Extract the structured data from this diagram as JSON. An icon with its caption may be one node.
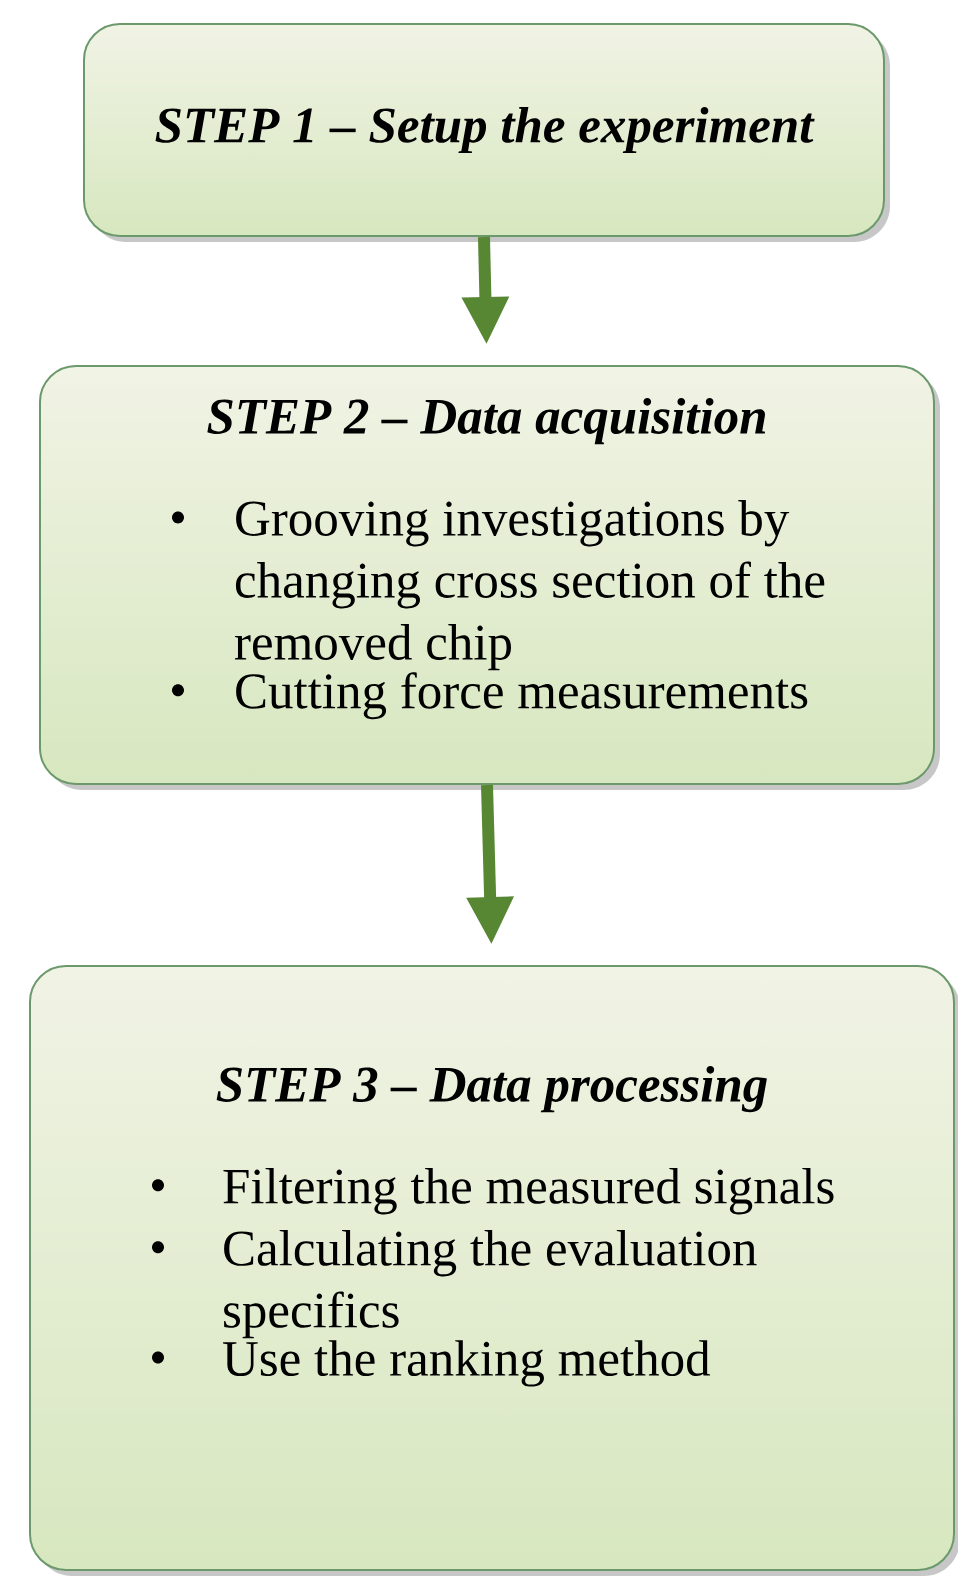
{
  "diagram": {
    "nodes": [
      {
        "text": [
          "STEP 1 – Setup the experiment"
        ]
      },
      {
        "text": [
          "STEP 2 – Data acquisition",
          "Grooving investigations by changing cross section of the removed chip",
          "Cutting force measurements"
        ]
      },
      {
        "text": [
          "STEP 3 – Data processing",
          "Filtering the measured signals",
          "Calculating the evaluation specifics",
          "Use the ranking method"
        ]
      }
    ],
    "edges": [
      {
        "from": 0,
        "to": 1,
        "arrow": "to"
      },
      {
        "from": 1,
        "to": 2,
        "arrow": "to"
      }
    ]
  }
}
